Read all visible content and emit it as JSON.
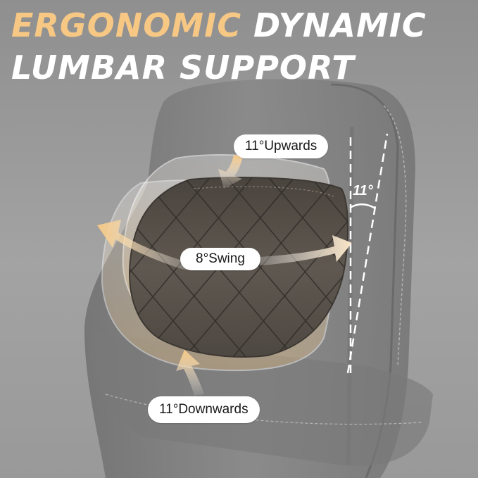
{
  "headline": {
    "accent_text": "ERGONOMIC",
    "rest_line1": " DYNAMIC",
    "line2": "LUMBAR SUPPORT"
  },
  "labels": {
    "upwards": "11°Upwards",
    "swing": "8°Swing",
    "downwards": "11°Downwards",
    "angle": "11°"
  },
  "colors": {
    "accent": "#f7c784",
    "arrow": "#f5d3a0",
    "cushion": "#5b544c",
    "seat": "#7d7d7d",
    "background": "#9a9a9a"
  },
  "icons": {
    "arrow_up": "curved-arrow-down-icon",
    "arrow_swing": "double-curved-arrow-icon",
    "arrow_down": "curved-arrow-up-icon",
    "angle_marker": "angle-arc-icon"
  }
}
